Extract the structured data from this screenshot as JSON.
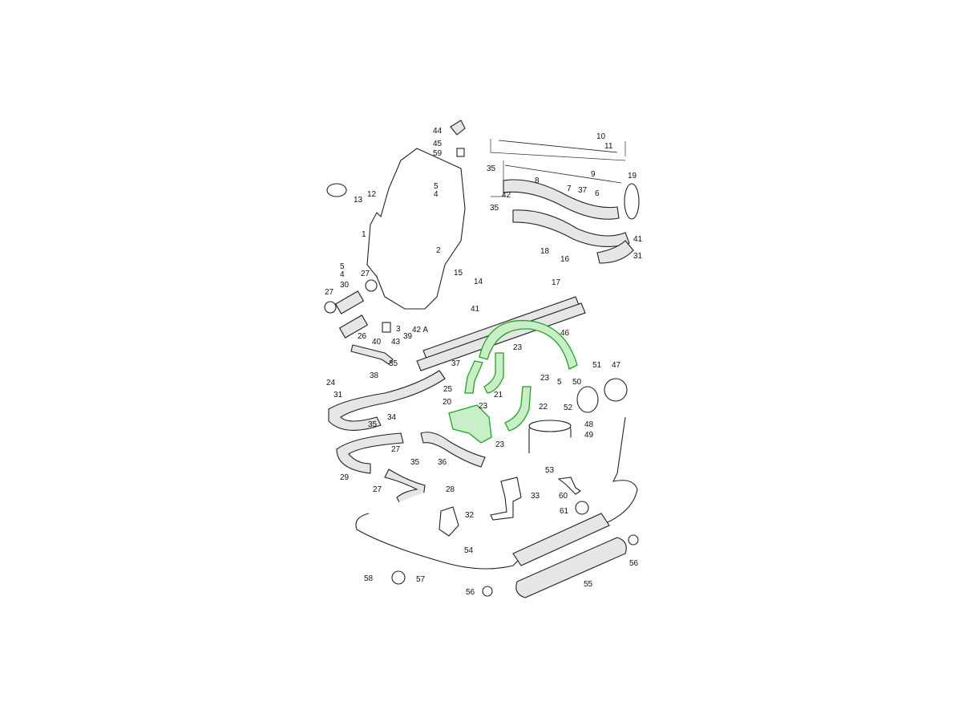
{
  "diagram": {
    "highlight_color": "#1fa51f",
    "callouts": [
      "44",
      "45",
      "59",
      "5",
      "4",
      "12",
      "13",
      "1",
      "2",
      "35",
      "35",
      "42",
      "10",
      "11",
      "9",
      "8",
      "7",
      "37",
      "6",
      "19",
      "41",
      "31",
      "18",
      "16",
      "17",
      "15",
      "14",
      "5",
      "4",
      "27",
      "30",
      "27",
      "3",
      "26",
      "40",
      "43",
      "39",
      "42 A",
      "41",
      "46",
      "23",
      "37",
      "35",
      "51",
      "47",
      "38",
      "24",
      "23",
      "21",
      "5",
      "50",
      "31",
      "25",
      "20",
      "23",
      "52",
      "22",
      "34",
      "35",
      "48",
      "49",
      "23",
      "27",
      "35",
      "36",
      "53",
      "29",
      "27",
      "28",
      "60",
      "33",
      "61",
      "32",
      "54",
      "56",
      "55",
      "58",
      "57",
      "56"
    ]
  }
}
